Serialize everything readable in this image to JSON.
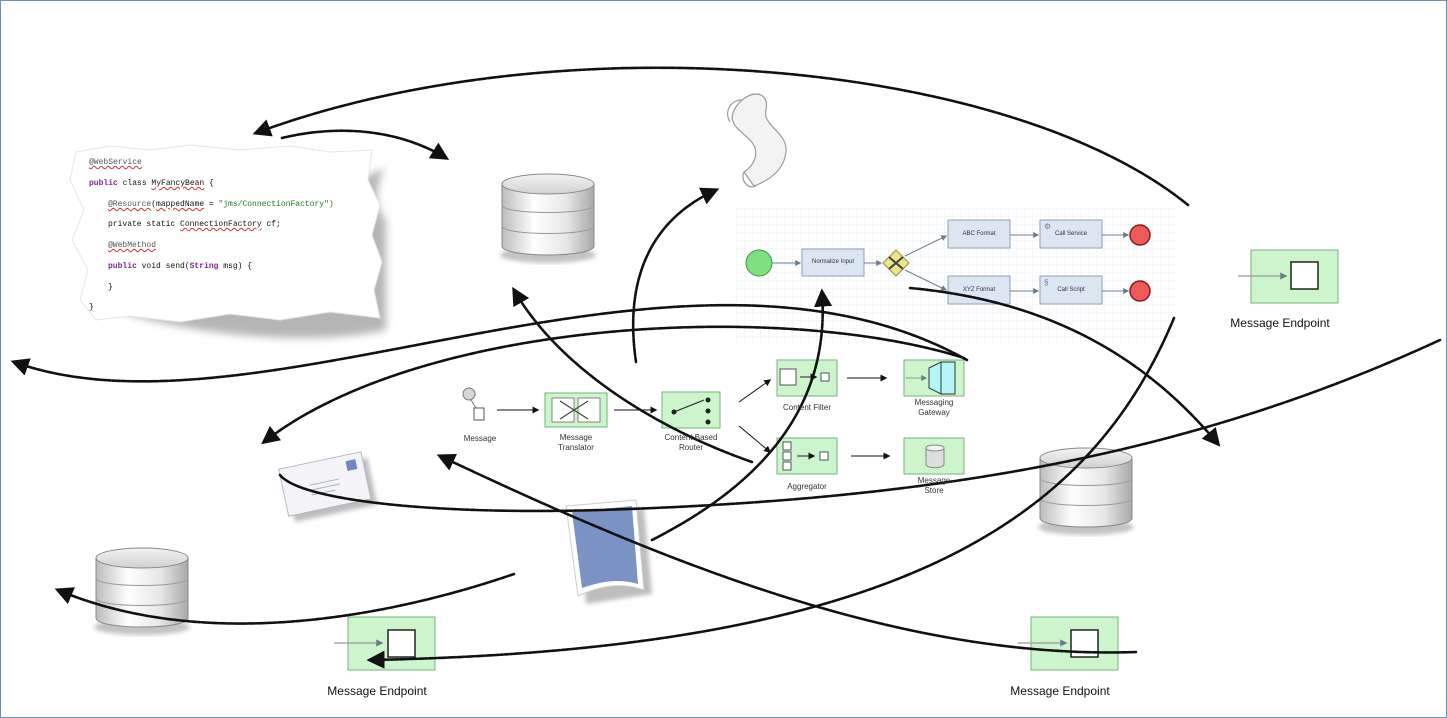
{
  "code": {
    "lines": [
      {
        "t1": "@WebService",
        "t2": "",
        "t3": "",
        "t4": ""
      },
      {
        "t1": "public",
        "t2": " class ",
        "t3": "MyFancyBean",
        "t4": " {"
      },
      {
        "t1": "@Resource",
        "t2": "(",
        "t3": "mappedName",
        "t4": " = "
      },
      {
        "t1": "private static ",
        "t2": "ConnectionFactory",
        "t3": " cf;",
        "t4": ""
      },
      {
        "t1": "@WebMethod",
        "t2": "",
        "t3": "",
        "t4": ""
      },
      {
        "t1": "public",
        "t2": " void send(",
        "t3": "String",
        "t4": " msg) {"
      },
      {
        "t1": "}",
        "t2": "",
        "t3": "",
        "t4": ""
      },
      {
        "t1": "}",
        "t2": "",
        "t3": "",
        "t4": ""
      }
    ],
    "resource_value": "\"jms/ConnectionFactory\")"
  },
  "pipeline": {
    "message": "Message",
    "translator": "Message\nTranslator",
    "router": "Content Based\nRouter",
    "content_filter": "Content Filter",
    "messaging_gateway": "Messaging\nGateway",
    "aggregator": "Aggregator",
    "message_store": "Message\nStore"
  },
  "bpmn": {
    "normalize": "Normalize Input",
    "abc": "ABC Format",
    "xyz": "XYZ Format",
    "call_service": "Call Service",
    "call_script": "Call Script"
  },
  "endpoints": {
    "right": "Message Endpoint",
    "bottom_left": "Message Endpoint",
    "bottom_right": "Message Endpoint"
  },
  "colors": {
    "endpoint_fill": "#ccf5cc",
    "endpoint_stroke": "#7ab27a",
    "bpmn_start": "#7ee07e",
    "bpmn_end": "#ee5a5a",
    "gateway": "#eee48a",
    "paper_blue": "#7b93c4",
    "frame": "#6f8fb0"
  }
}
